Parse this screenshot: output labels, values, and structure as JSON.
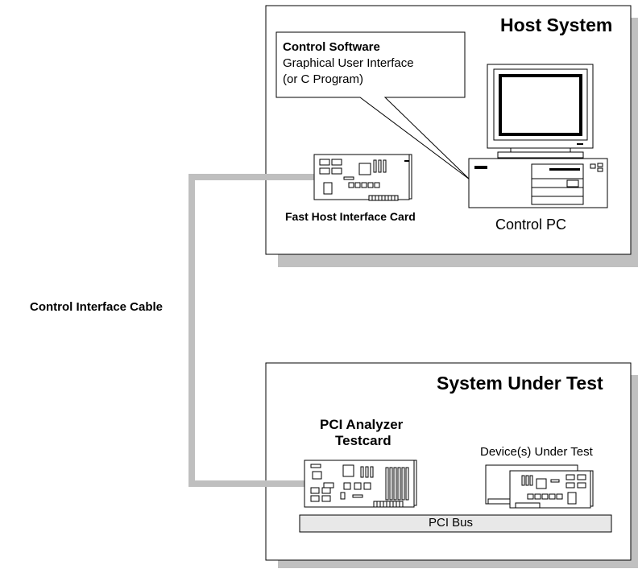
{
  "host": {
    "title": "Host System",
    "callout_title": "Control Software",
    "callout_line1": "Graphical User Interface",
    "callout_line2": "(or C Program)",
    "card_label": "Fast Host Interface Card",
    "pc_label": "Control PC"
  },
  "cable_label": "Control Interface Cable",
  "sut": {
    "title": "System Under Test",
    "analyzer_line1": "PCI Analyzer",
    "analyzer_line2": "Testcard",
    "dut_label": "Device(s) Under Test",
    "bus_label": "PCI Bus"
  },
  "colors": {
    "shadow": "#c0c0c0",
    "cable": "#bfbfbf",
    "bus": "#e8e8e8"
  }
}
